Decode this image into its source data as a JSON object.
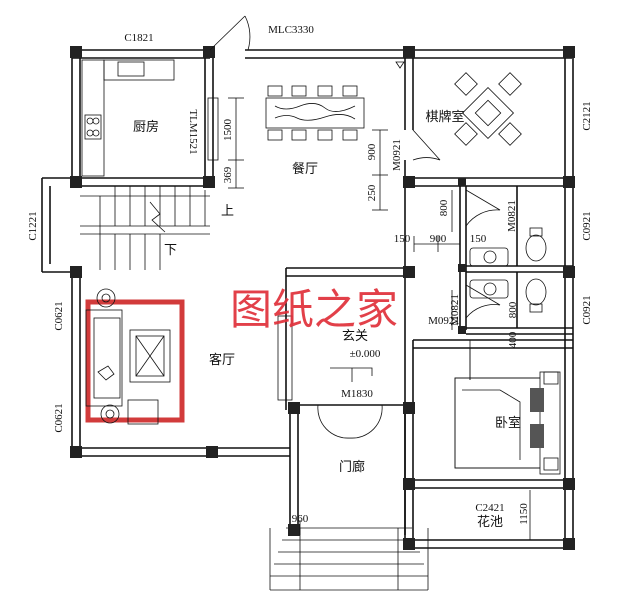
{
  "rooms": {
    "kitchen": "厨房",
    "dining": "餐厅",
    "chess_room": "棋牌室",
    "living": "客厅",
    "foyer": "玄关",
    "foyer_level": "±0.000",
    "porch": "门廊",
    "bedroom": "卧室",
    "flower_bed": "花池"
  },
  "codes": {
    "c1821": "C1821",
    "mlc3330": "MLC3330",
    "tlm1521": "TLM1521",
    "m0921_a": "M0921",
    "c2121": "C2121",
    "c1221": "C1221",
    "m0821_a": "M0821",
    "c0921_a": "C0921",
    "c0621_a": "C0621",
    "c0921_b": "C0921",
    "m0821_b": "M0821",
    "m0921_b": "M0921",
    "c0621_b": "C0621",
    "m1830": "M1830",
    "c2421": "C2421"
  },
  "stairs": {
    "up": "上",
    "down": "下"
  },
  "dimensions": {
    "d1500": "1500",
    "d369": "369",
    "d900_v": "900",
    "d250": "250",
    "d800_a": "800",
    "d150_l": "150",
    "d900_h": "900",
    "d150_r": "150",
    "d800_b": "800",
    "d400": "400",
    "d1150": "1150",
    "d960": "960"
  },
  "watermark": "图纸之家",
  "colors": {
    "watermark": "#e0303a",
    "lines": "#111111"
  }
}
